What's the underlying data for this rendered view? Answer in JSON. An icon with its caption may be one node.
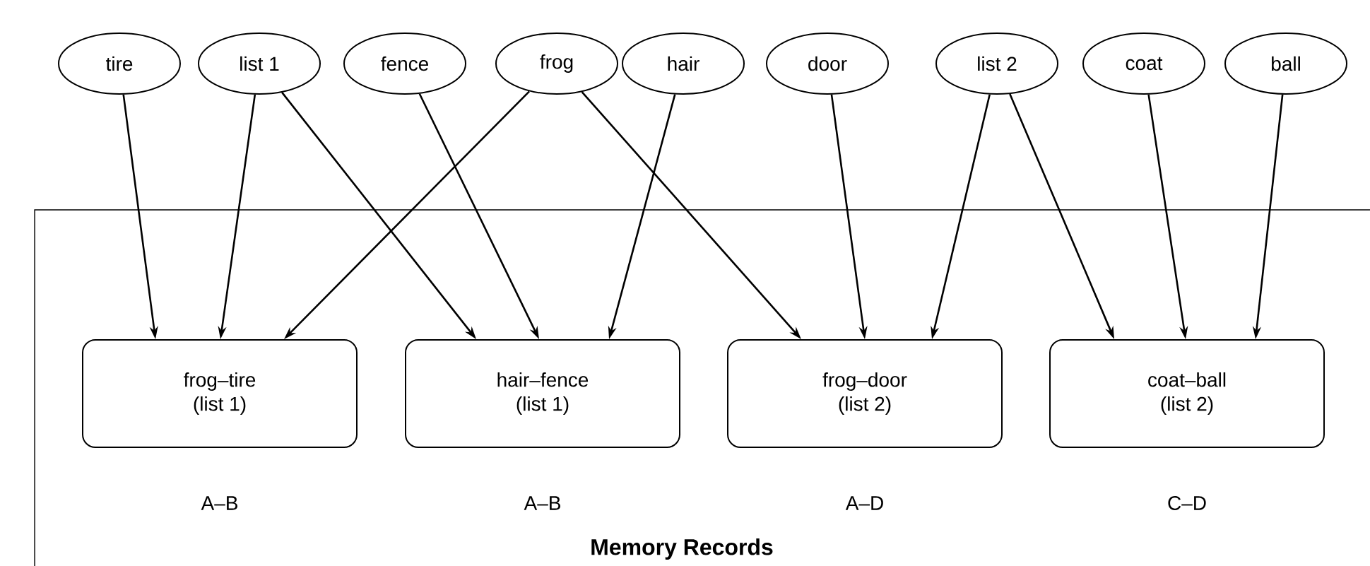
{
  "diagram": {
    "nodes": [
      {
        "text": [
          "tire"
        ]
      },
      {
        "text": [
          "list 1"
        ]
      },
      {
        "text": [
          "fence"
        ]
      },
      {
        "text": [
          "frog"
        ]
      },
      {
        "text": [
          "hair"
        ]
      },
      {
        "text": [
          "door"
        ]
      },
      {
        "text": [
          "list 2"
        ]
      },
      {
        "text": [
          "coat"
        ]
      },
      {
        "text": [
          "ball"
        ]
      },
      {
        "text": [
          "Memory Records"
        ]
      },
      {
        "text": [
          "frog–tire",
          "(list 1)"
        ],
        "in": 9,
        "beside": [
          "A–B"
        ]
      },
      {
        "text": [
          "hair–fence",
          "(list 1)"
        ],
        "in": 9,
        "beside": [
          "A–B"
        ]
      },
      {
        "text": [
          "frog–door",
          "(list 2)"
        ],
        "in": 9,
        "beside": [
          "A–D"
        ]
      },
      {
        "text": [
          "coat–ball",
          "(list 2)"
        ],
        "in": 9,
        "beside": [
          "C–D"
        ]
      }
    ],
    "edges": [
      {
        "from": 0,
        "to": 10,
        "arrow": "to"
      },
      {
        "from": 1,
        "to": 10,
        "arrow": "to"
      },
      {
        "from": 3,
        "to": 10,
        "arrow": "to"
      },
      {
        "from": 1,
        "to": 11,
        "arrow": "to"
      },
      {
        "from": 2,
        "to": 11,
        "arrow": "to"
      },
      {
        "from": 4,
        "to": 11,
        "arrow": "to"
      },
      {
        "from": 3,
        "to": 12,
        "arrow": "to"
      },
      {
        "from": 5,
        "to": 12,
        "arrow": "to"
      },
      {
        "from": 6,
        "to": 12,
        "arrow": "to"
      },
      {
        "from": 6,
        "to": 13,
        "arrow": "to"
      },
      {
        "from": 7,
        "to": 13,
        "arrow": "to"
      },
      {
        "from": 8,
        "to": 13,
        "arrow": "to"
      }
    ]
  }
}
